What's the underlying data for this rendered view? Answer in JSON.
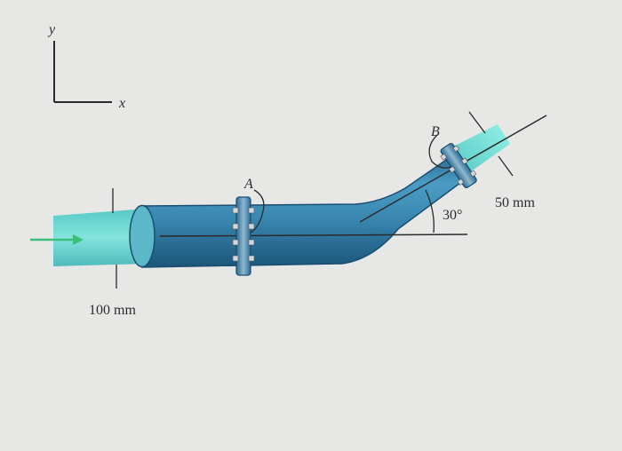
{
  "axes": {
    "y_label": "y",
    "x_label": "x"
  },
  "points": {
    "a_label": "A",
    "b_label": "B"
  },
  "dimensions": {
    "inlet_diameter": "100 mm",
    "outlet_diameter": "50 mm",
    "bend_angle": "30°"
  },
  "colors": {
    "pipe_main": "#3d8fb8",
    "pipe_dark": "#1f5f85",
    "water": "#5fd6cf",
    "arrow": "#3bbf7a",
    "line": "#2a2a2a",
    "background": "#e7e8e6"
  }
}
